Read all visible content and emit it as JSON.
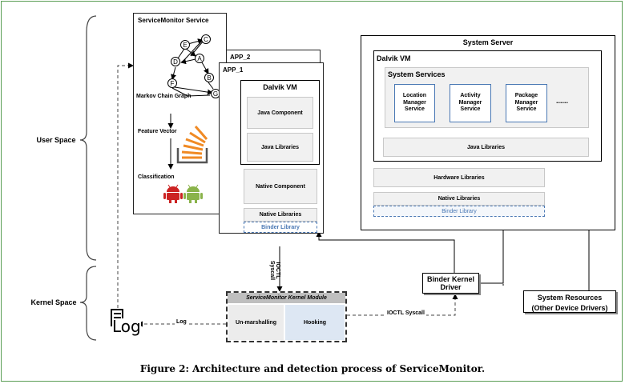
{
  "regions": {
    "user_space": "User Space",
    "kernel_space": "Kernel Space"
  },
  "service_monitor": {
    "title": "ServiceMonitor Service",
    "markov_label": "Markov Chain Graph",
    "feature_vector": "Feature Vector",
    "classification": "Classification",
    "nodes": [
      "E",
      "C",
      "D",
      "A",
      "F",
      "B",
      "G"
    ]
  },
  "apps": {
    "app2": "APP_2",
    "app1": "APP_1",
    "dalvik_vm": "Dalvik VM",
    "java_component": "Java Component",
    "java_libraries": "Java Libraries",
    "native_component": "Native Component",
    "native_libraries": "Native Libraries",
    "binder_library": "Binder Library"
  },
  "system_server": {
    "title": "System Server",
    "dalvik_vm": "Dalvik VM",
    "system_services": "System Services",
    "services": [
      "Location Manager Service",
      "Activity Manager Service",
      "Package Manager Service"
    ],
    "ellipsis": "......",
    "java_libraries": "Java Libraries",
    "hardware_libraries": "Hardware Libraries",
    "native_libraries": "Native Libraries",
    "binder_library": "Binder Library"
  },
  "binder_driver": "Binder Kernel Driver",
  "system_resources": {
    "line1": "System Resources",
    "line2": "(Other Device Drivers)"
  },
  "kernel_module": {
    "title": "ServiceMonitor Kernel Module",
    "unmarshalling": "Un-marshalling",
    "hooking": "Hooking"
  },
  "edge_labels": {
    "ioctl_syscall_v": "IOCTL Syscall",
    "ioctl_syscall_h": "IOCTL Syscall",
    "log": "Log"
  },
  "log_icon_label": "Log",
  "caption": "Figure 2: Architecture and detection process of ServiceMonitor.",
  "colors": {
    "frame_green": "#5a9e55",
    "blue_border": "#4a78b4",
    "hooking_blue": "#dde7f3",
    "android_red": "#cc2222",
    "android_green": "#8ab34a",
    "stack_orange": "#f08a24"
  }
}
